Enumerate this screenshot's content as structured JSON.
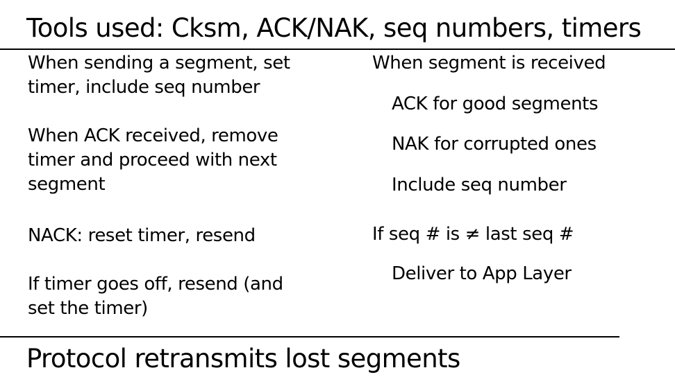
{
  "title": "Tools used: Cksm, ACK/NAK, seq numbers, timers",
  "left_column": {
    "items": [
      {
        "lines": [
          "When sending a segment, set",
          "timer, include seq number"
        ]
      },
      {
        "lines": [
          "When ACK received, remove",
          "timer and proceed with next",
          "segment"
        ]
      },
      {
        "lines": [
          "NACK: reset timer, resend"
        ]
      },
      {
        "lines": [
          "If timer goes off, resend (and",
          "set the timer)"
        ]
      }
    ]
  },
  "right_column": {
    "items": [
      {
        "text": "When segment is received"
      },
      {
        "text": "ACK for good segments"
      },
      {
        "text": "NAK for corrupted ones"
      },
      {
        "text": "Include seq number"
      },
      {
        "text": "If seq # is ≠ last seq #"
      },
      {
        "text": "Deliver to App Layer"
      }
    ]
  },
  "footer": "Protocol retransmits lost segments"
}
